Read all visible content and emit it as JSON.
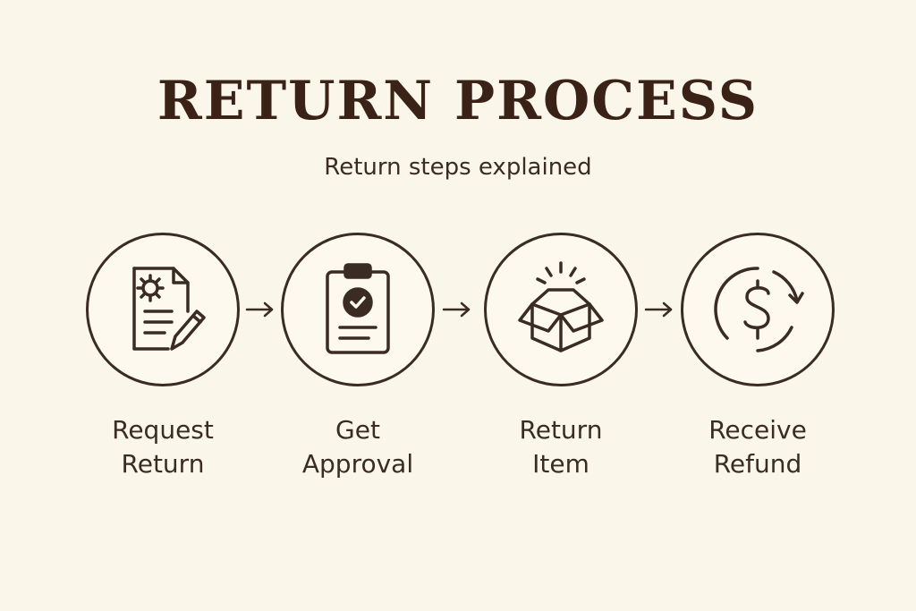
{
  "title": "RETURN PROCESS",
  "subtitle": "Return steps explained",
  "steps": [
    {
      "line1": "Request",
      "line2": "Return",
      "icon": "document-gear-pencil-icon"
    },
    {
      "line1": "Get",
      "line2": "Approval",
      "icon": "clipboard-check-icon"
    },
    {
      "line1": "Return",
      "line2": "Item",
      "icon": "open-box-icon"
    },
    {
      "line1": "Receive",
      "line2": "Refund",
      "icon": "dollar-refund-icon"
    }
  ],
  "colors": {
    "background": "#fbf6ea",
    "ink": "#3a2c22",
    "title": "#3b2216"
  }
}
